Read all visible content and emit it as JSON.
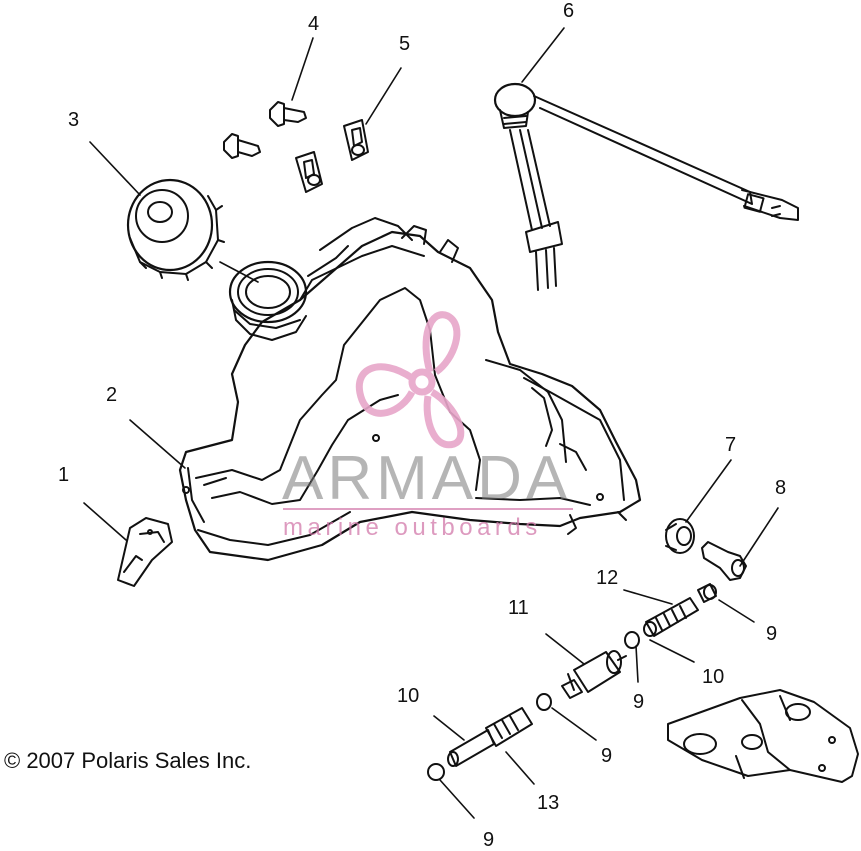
{
  "copyright": "© 2007 Polaris Sales Inc.",
  "watermark": {
    "brand": "ARMADA",
    "tagline": "marine outboards",
    "accent_color": "#e7a6c9"
  },
  "callouts": [
    "1",
    "2",
    "3",
    "4",
    "5",
    "6",
    "7",
    "8",
    "9",
    "9",
    "9",
    "9",
    "10",
    "10",
    "11",
    "12",
    "13"
  ]
}
